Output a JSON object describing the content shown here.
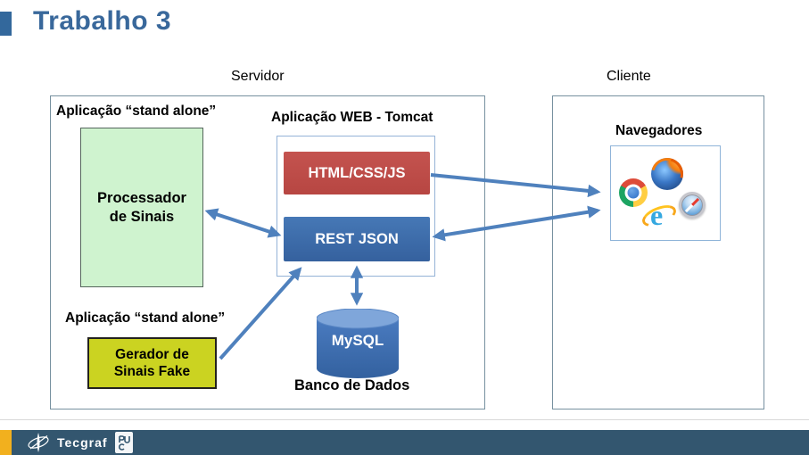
{
  "title": "Trabalho 3",
  "columns": {
    "server_label": "Servidor",
    "client_label": "Cliente"
  },
  "server": {
    "standalone_top_label": "Aplicação “stand alone”",
    "processor": {
      "line1": "Processador",
      "line2": "de Sinais"
    },
    "web_app_label": "Aplicação WEB - Tomcat",
    "html_box_label": "HTML/CSS/JS",
    "rest_box_label": "REST JSON",
    "standalone_bottom_label": "Aplicação “stand alone”",
    "generator": {
      "line1": "Gerador de",
      "line2": "Sinais Fake"
    },
    "database": {
      "name": "MySQL",
      "caption": "Banco de Dados"
    }
  },
  "client": {
    "browsers_label": "Navegadores",
    "browser_icons": [
      "chrome",
      "firefox",
      "internet-explorer",
      "safari"
    ]
  },
  "connections": [
    {
      "from": "processador-de-sinais",
      "to": "rest-json",
      "bidirectional": true
    },
    {
      "from": "html-css-js",
      "to": "navegadores",
      "bidirectional": false
    },
    {
      "from": "rest-json",
      "to": "navegadores",
      "bidirectional": true
    },
    {
      "from": "gerador-de-sinais-fake",
      "to": "rest-json",
      "bidirectional": false
    },
    {
      "from": "rest-json",
      "to": "mysql",
      "bidirectional": true
    }
  ],
  "footer": {
    "tecgraf_label": "Tecgraf",
    "logos": [
      "tecgraf-compass",
      "puc-rio-logo"
    ]
  },
  "colors": {
    "title_blue": "#39689B",
    "bullet_blue": "#33689C",
    "box_border_blue": "#95B3D7",
    "group_border": "#76909F",
    "html_red": "#BE4B48",
    "rest_blue": "#3E70B2",
    "processor_green": "#CFF3CF",
    "generator_yellow": "#CBD321",
    "arrow_blue": "#4F81BD",
    "footer_bar": "#33566F",
    "footer_accent": "#F2B01E"
  }
}
